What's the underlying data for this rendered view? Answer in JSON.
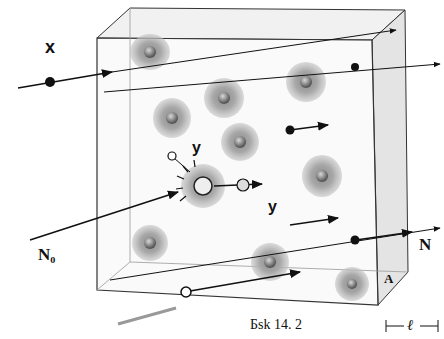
{
  "diagram": {
    "caption": "Бsk 14. 2",
    "labels": [
      "x",
      "y",
      "y",
      "N₀",
      "N",
      "A",
      "ℓ"
    ]
  }
}
